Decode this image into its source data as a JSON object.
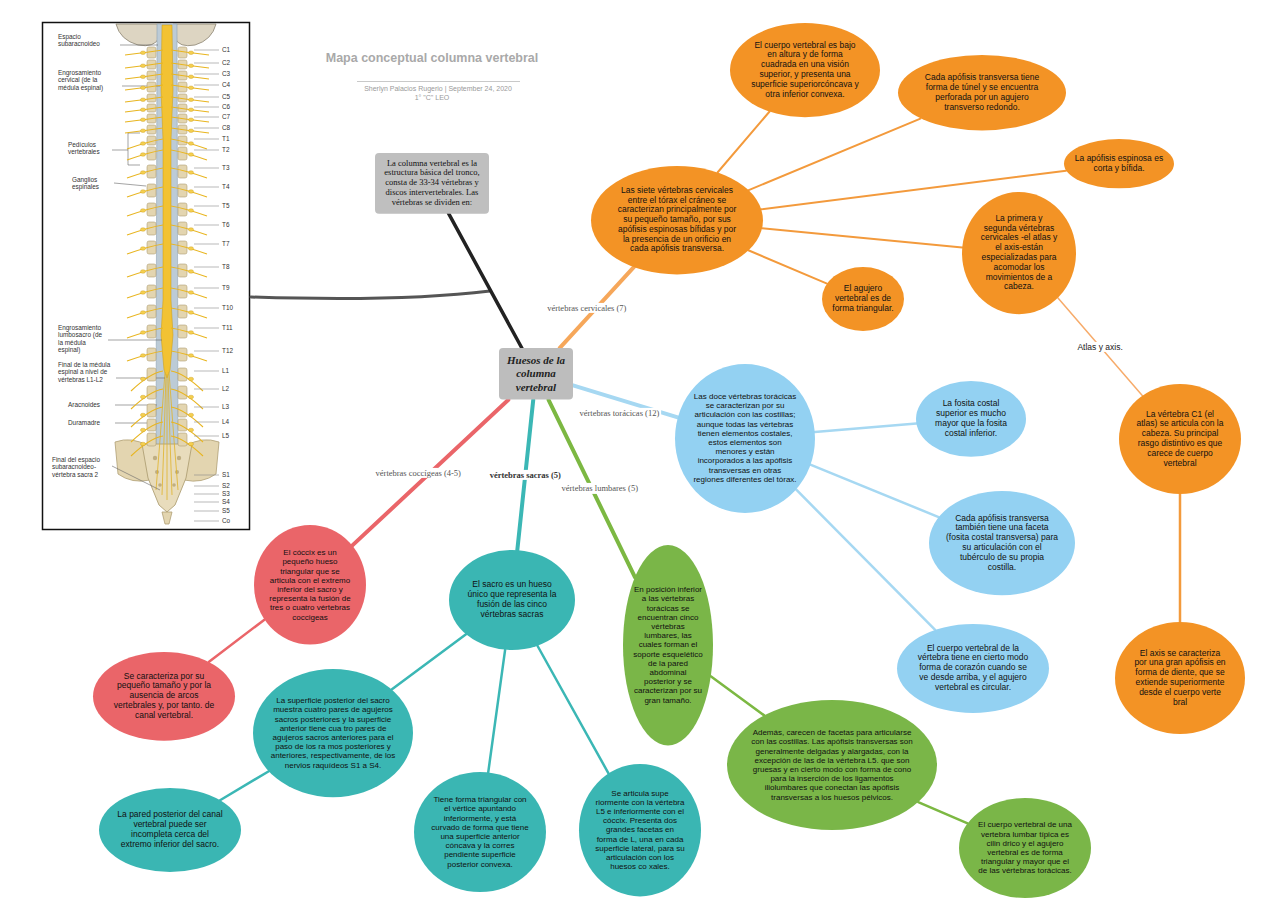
{
  "diagram": {
    "title": "Mapa conceptual columna vertebral",
    "nodes": [
      {
        "text": [
          "La columna vertebral es la estructura básica del tronco, consta de 33-34 vértebras y discos intervertebrales. Las vértebras se dividen en:"
        ]
      },
      {
        "text": [
          "Huesos de la columna vertebral"
        ]
      },
      {
        "text": [
          "Las siete vértebras cervicales entre el tórax el cráneo se caracterizan principalmente por su pequeño tamaño, por sus apófisis espinosas bífidas y por la presencia de un orificio en cada apófisis transversa."
        ]
      },
      {
        "text": [
          "El cuerpo vertebral es bajo en altura y de forma cuadrada en una visión superior, y presenta una superficie superiorcóncava y otra inferior convexa."
        ]
      },
      {
        "text": [
          "Cada apófisis transversa tiene forma de túnel y se encuentra perforada por un agujero transverso redondo."
        ]
      },
      {
        "text": [
          "La apófisis espinosa es corta y bífida."
        ]
      },
      {
        "text": [
          "El agujero vertebral es de forma triangular."
        ]
      },
      {
        "text": [
          "La primera y segunda vértebras cervicales -el atlas y el axis-están especializadas para acomodar los movimientos de a cabeza."
        ]
      },
      {
        "text": [
          "La vértebra C1 (el atlas) se articula con la cabeza. Su principal rasgo distintivo es que carece de cuerpo vertebral"
        ]
      },
      {
        "text": [
          "El axis se caracteriza por una gran apófisis en forma de diente, que se extiende superiormente desde el cuerpo verte bral"
        ]
      },
      {
        "text": [
          "Las doce vértebras torácicas se caracterizan por su articulación con las costillas; aunque todas las vértebras tienen elementos costales, estos elementos son menores y están incorporados a las apófisis transversas en otras regiones diferentes del tórax."
        ]
      },
      {
        "text": [
          "La fosita costal superior es mucho mayor que la fosita costal inferior."
        ]
      },
      {
        "text": [
          "Cada apófisis transversa también tiene una faceta (fosita costal transversa) para su articulación con el tubérculo de su propia costilla."
        ]
      },
      {
        "text": [
          "El cuerpo vertebral de la vértebra tiene en cierto modo forma de corazón cuando se ve desde arriba, y el agujero vertebral es circular."
        ]
      },
      {
        "text": [
          "En posición inferior a las vértebras torácicas se encuentran cinco vértebras lumbares, las cuales forman el soporte esquelético de la pared abdominal posterior y se caracterizan por su gran tamaño."
        ]
      },
      {
        "text": [
          "Además, carecen de facetas para articularse con las costillas. Las apófisis transversas son generalmente delgadas y alargadas, con la excepción de las de la vértebra L5. que son gruesas y en cierto modo con forma de cono para la inserción de los ligamentos iliolumbares que conectan las apófisis transversas a los huesos pélvicos."
        ]
      },
      {
        "text": [
          "El cuerpo vertebral de una vertebra lumbar típica es cilin drico y el agujero vertebral es de forma triangular y mayor que el de las vértebras torácicas."
        ]
      },
      {
        "text": [
          "El sacro es un hueso único que representa la fusión de las cinco vértebras sacras"
        ]
      },
      {
        "text": [
          "La superficie posterior del sacro muestra cuatro pares de agujeros sacros posteriores y la superficie anterior tiene cua tro pares de agujeros sacros anteriores para el paso de los ra mos posteriores y anteriores, respectivamente, de los nervios raquídeos S1 a S4."
        ]
      },
      {
        "text": [
          "La pared posterior del canal vertebral puede ser incompleta cerca del extremo inferior del sacro."
        ]
      },
      {
        "text": [
          "Tiene forma triangular con el vértice apuntando inferiormente, y está curvado de forma que tiene una superficie anterior cóncava y la corres pendiente superficie posterior convexa."
        ]
      },
      {
        "text": [
          "Se articula supe riormente con la vértebra L5 e inferiormente con el cóccix. Presenta dos grandes facetas en forma de L, una en cada superficie lateral, para su articulación con los huesos co xales."
        ]
      },
      {
        "text": [
          "El cóccix es un pequeño hueso triangular que se articula con el extremo inferior del sacro y representa la fusión de tres o cuatro vértebras coccigeas"
        ]
      },
      {
        "text": [
          "Se caracteriza por su pequeño tamaño y por la ausencia de arcos vertebrales y, por tanto. de canal vertebral."
        ]
      }
    ],
    "edges": [
      {
        "from": 1,
        "to": 0,
        "arrow": "none"
      },
      {
        "from": 1,
        "to": 2,
        "label": "vértebras cervicales (7)",
        "arrow": "none"
      },
      {
        "from": 2,
        "to": 3,
        "arrow": "none"
      },
      {
        "from": 2,
        "to": 4,
        "arrow": "none"
      },
      {
        "from": 2,
        "to": 5,
        "arrow": "none"
      },
      {
        "from": 2,
        "to": 6,
        "arrow": "none"
      },
      {
        "from": 2,
        "to": 7,
        "arrow": "none"
      },
      {
        "from": 7,
        "to": 8,
        "label": "Atlas y axis.",
        "arrow": "none"
      },
      {
        "from": 8,
        "to": 9,
        "arrow": "none"
      },
      {
        "from": 1,
        "to": 10,
        "label": "vértebras torácicas (12)",
        "arrow": "none"
      },
      {
        "from": 10,
        "to": 11,
        "arrow": "none"
      },
      {
        "from": 10,
        "to": 12,
        "arrow": "none"
      },
      {
        "from": 10,
        "to": 13,
        "arrow": "none"
      },
      {
        "from": 1,
        "to": 14,
        "label": "vértebras lumbares (5)",
        "arrow": "none"
      },
      {
        "from": 14,
        "to": 15,
        "arrow": "none"
      },
      {
        "from": 15,
        "to": 16,
        "arrow": "none"
      },
      {
        "from": 1,
        "to": 17,
        "label": "vértebras sacras (5)",
        "arrow": "none"
      },
      {
        "from": 17,
        "to": 18,
        "arrow": "none"
      },
      {
        "from": 17,
        "to": 20,
        "arrow": "none"
      },
      {
        "from": 17,
        "to": 21,
        "arrow": "none"
      },
      {
        "from": 18,
        "to": 19,
        "arrow": "none"
      },
      {
        "from": 1,
        "to": 22,
        "label": "vértebras coccígeas (4-5)",
        "arrow": "none"
      },
      {
        "from": 22,
        "to": 23,
        "arrow": "none"
      }
    ],
    "labels": [
      "Sherlyn Palacios Rugerio | September 24, 2020",
      "1° \"C\" LEO",
      "Espacio subaracnoideo",
      "Engrosamiento cervical (de la médula espinal)",
      "Pedículos vertebrales",
      "Ganglios espinales",
      "Engrosamiento lumbosacro (de la médula espinal)",
      "Final de la médula espinal a nivel de vértebras L1-L2",
      "Aracnoides",
      "Duramadre",
      "Final del espacio subaracnoideo-vértebra sacra 2",
      "C1",
      "C2",
      "C3",
      "C4",
      "C5",
      "C6",
      "C7",
      "C8",
      "T1",
      "T2",
      "T3",
      "T4",
      "T5",
      "T6",
      "T7",
      "T8",
      "T9",
      "T10",
      "T11",
      "T12",
      "L1",
      "L2",
      "L3",
      "L4",
      "L5",
      "S1",
      "S2",
      "S3",
      "S4",
      "S5",
      "Co"
    ]
  }
}
